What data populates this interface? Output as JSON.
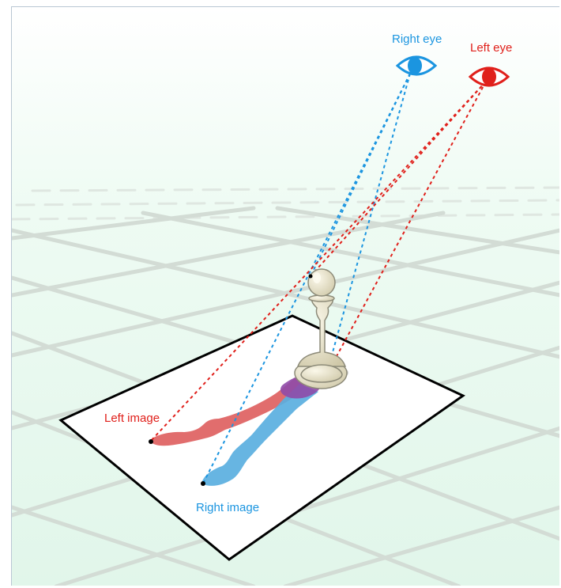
{
  "labels": {
    "right_eye": "Right eye",
    "left_eye": "Left eye",
    "left_image": "Left image",
    "right_image": "Right image"
  },
  "colors": {
    "right": "#1b95e0",
    "left": "#e0201b",
    "right_shadow": "#5aafe0",
    "left_shadow": "#de6161",
    "overlap": "#8f4aa8",
    "grid": "#d4ddd6",
    "floor_top": "#ffffff",
    "floor_bottom": "#e3f8ec",
    "paper": "#ffffff",
    "paper_edge": "#000000",
    "pawn": "#ece7cf",
    "pawn_outline": "#8c8a78"
  },
  "icons": {
    "right_eye": "eye-icon",
    "left_eye": "eye-icon"
  }
}
